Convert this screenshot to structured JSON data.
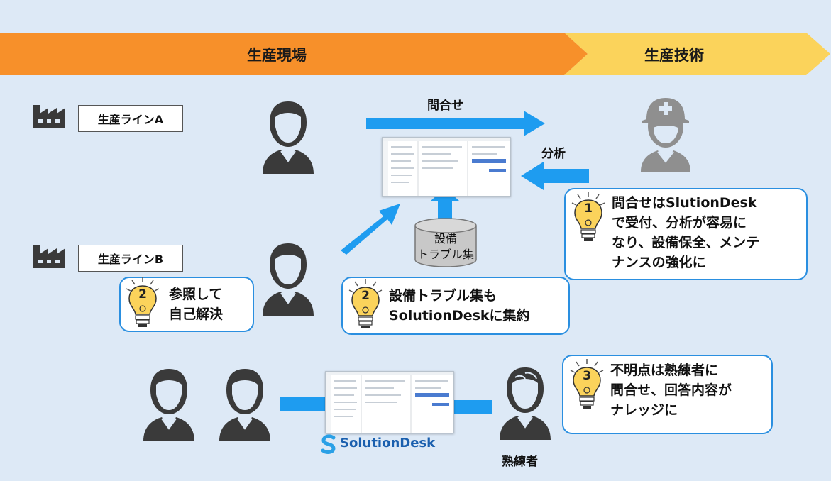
{
  "banner": {
    "left_label": "生産現場",
    "right_label": "生産技術",
    "left_color": "#f7902a",
    "right_color": "#fbd35b"
  },
  "lines": {
    "line_a": "生産ラインA",
    "line_b": "生産ラインB"
  },
  "arrows": {
    "inquiry": "問合せ",
    "analysis": "分析",
    "color": "#1e9cf0"
  },
  "database": {
    "label": "設備\nトラブル集"
  },
  "callouts": [
    {
      "number": "1",
      "text": "問合せはSlutionDesk\nで受付、分析が容易に\nなり、設備保全、メンテ\nナンスの強化に"
    },
    {
      "number": "2",
      "text": "参照して\n自己解決"
    },
    {
      "number": "2",
      "text": "設備トラブル集も\nSolutionDeskに集約"
    },
    {
      "number": "3",
      "text": "不明点は熟練者に\n問合せ、回答内容が\nナレッジに"
    }
  ],
  "expert_label": "熟練者",
  "logo": {
    "text": "SolutionDesk",
    "color": "#1a5fae"
  },
  "icons": {
    "factory": "factory-icon",
    "person": "person-icon",
    "engineer": "engineer-helmet-icon",
    "expert": "expert-person-icon",
    "bulb": "lightbulb-icon"
  }
}
